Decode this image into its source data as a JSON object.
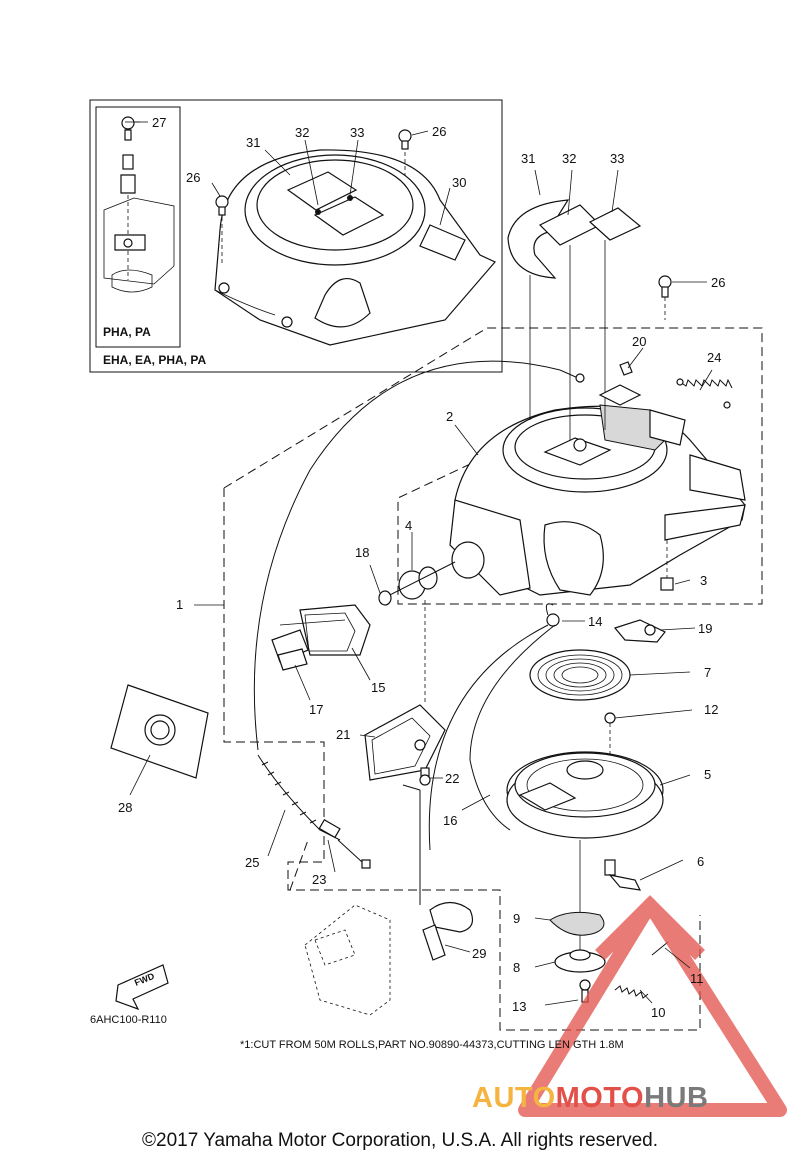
{
  "diagram": {
    "code": "6AHC100-R110",
    "note": "*1:CUT FROM 50M ROLLS,PART NO.90890-44373,CUTTING LEN GTH 1.8M",
    "inset_label_small": "PHA, PA",
    "inset_label_large": "EHA, EA, PHA, PA",
    "fwd_label": "FWD",
    "callouts": {
      "n1": "1",
      "n2": "2",
      "n3": "3",
      "n4": "4",
      "n5": "5",
      "n6": "6",
      "n7": "7",
      "n8": "8",
      "n9": "9",
      "n10": "10",
      "n11": "11",
      "n12": "12",
      "n13": "13",
      "n14": "14",
      "n15": "15",
      "n16": "16",
      "n17": "17",
      "n18": "18",
      "n19": "19",
      "n20": "20",
      "n21": "21",
      "n22": "22",
      "n23": "23",
      "n24": "24",
      "n25": "25",
      "n26a": "26",
      "n26b": "26",
      "n26c": "26",
      "n27": "27",
      "n28": "28",
      "n29": "29",
      "n30": "30",
      "n31a": "31",
      "n31b": "31",
      "n32a": "32",
      "n32b": "32",
      "n33a": "33",
      "n33b": "33"
    }
  },
  "watermark": {
    "brand_part1": "AUTO",
    "brand_part2": "MOTO",
    "brand_part3": "HUB",
    "color_1": "#f4b43f",
    "color_2": "#e2504a",
    "color_3": "#7a7a7a"
  },
  "footer": {
    "copyright": "©2017 Yamaha Motor Corporation, U.S.A. All rights reserved."
  }
}
